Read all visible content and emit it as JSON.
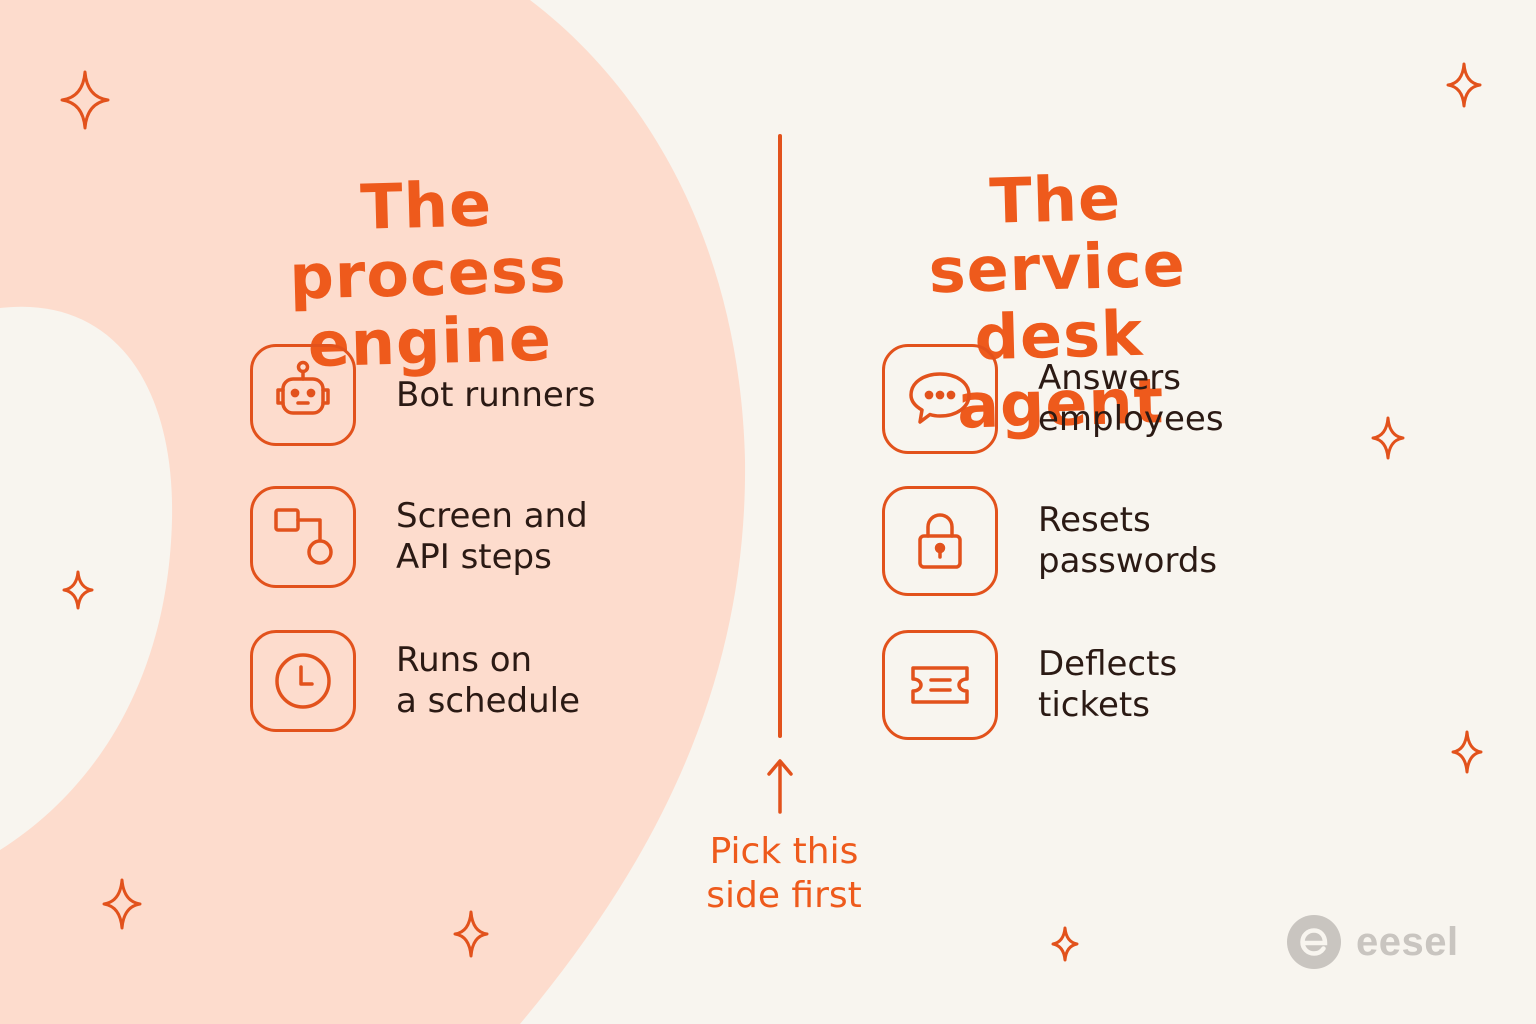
{
  "left_panel": {
    "title_lines": [
      "The process",
      "engine"
    ],
    "items": [
      {
        "icon": "robot-icon",
        "lines": [
          "Bot runners"
        ]
      },
      {
        "icon": "workflow-icon",
        "lines": [
          "Screen and",
          "API steps"
        ]
      },
      {
        "icon": "clock-icon",
        "lines": [
          "Runs on",
          "a schedule"
        ]
      }
    ]
  },
  "right_panel": {
    "title_lines": [
      "The service",
      "desk agent"
    ],
    "items": [
      {
        "icon": "chat-bubble-icon",
        "lines": [
          "Answers",
          "employees"
        ]
      },
      {
        "icon": "padlock-icon",
        "lines": [
          "Resets",
          "passwords"
        ]
      },
      {
        "icon": "ticket-icon",
        "lines": [
          "Deflects",
          "tickets"
        ]
      }
    ]
  },
  "callout": {
    "lines": [
      "Pick this",
      "side first"
    ],
    "arrow_icon": "arrow-up-icon"
  },
  "brand": {
    "name": "eesel",
    "icon": "eesel-logo-icon"
  },
  "colors": {
    "accent": "#ee5a1c",
    "highlight": "#fddccd",
    "background": "#f8f5ef",
    "text": "#2b1a14",
    "brand": "#c9c5c0"
  }
}
